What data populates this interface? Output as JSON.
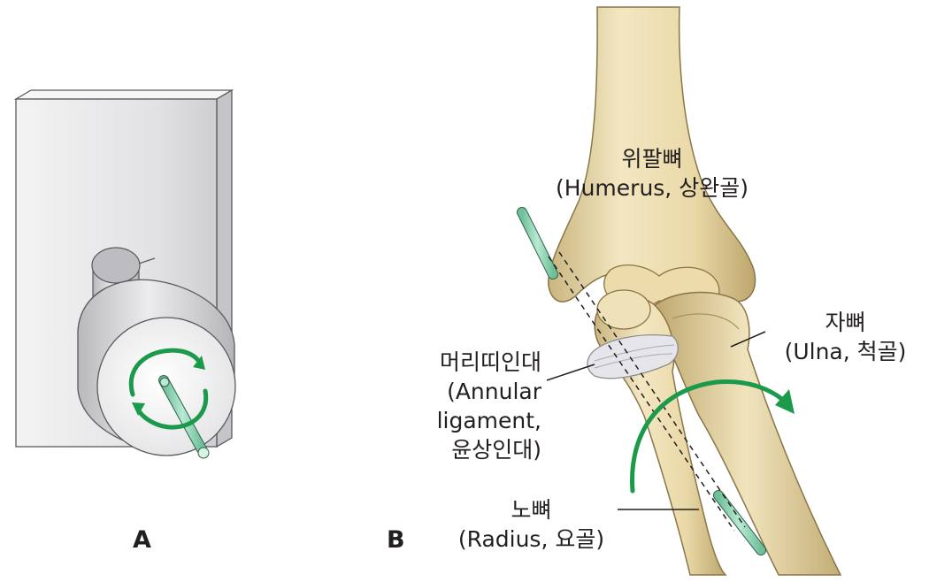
{
  "panels": {
    "a_label": "A",
    "b_label": "B"
  },
  "labels": {
    "humerus": {
      "line1": "위팔뼈",
      "line2": "(Humerus, 상완골)"
    },
    "ulna": {
      "line1": "자뼈",
      "line2": "(Ulna, 척골)"
    },
    "annular": {
      "line1": "머리띠인대",
      "line2": "(Annular",
      "line3": "ligament,",
      "line4": "윤상인대)"
    },
    "radius": {
      "line1": "노뼈",
      "line2": "(Radius, 요골)"
    }
  },
  "colors": {
    "bone": "#efe2b8",
    "bone_shadow": "#c9b57f",
    "bone_outline": "#8a7547",
    "arrow_green": "#1a9a4a",
    "rod_green": "#9fdcc0",
    "ligament": "#e6e6ea",
    "panel_gray": "#e4e4e6"
  },
  "icons": {
    "rotation_arrows": "circular-rotation-arrows-icon",
    "supination_arrow": "curved-arrow-icon"
  }
}
